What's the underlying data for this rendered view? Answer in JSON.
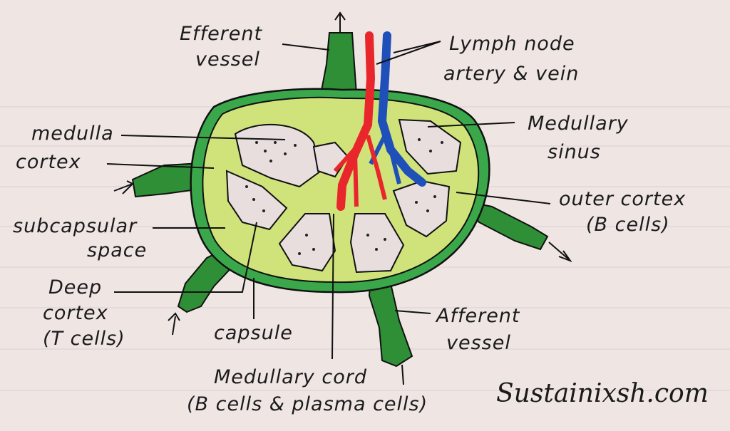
{
  "labels": {
    "efferent_1": "Efferent",
    "efferent_2": "vessel",
    "artery_1": "Lymph node",
    "artery_2": "artery & vein",
    "medulla": "medulla",
    "cortex": "cortex",
    "medullary_sinus_1": "Medullary",
    "medullary_sinus_2": "sinus",
    "outer_cortex_1": "outer cortex",
    "outer_cortex_2": "(B cells)",
    "subcapsular_1": "subcapsular",
    "subcapsular_2": "space",
    "deep_cortex_1": "Deep",
    "deep_cortex_2": "cortex",
    "deep_cortex_3": "(T cells)",
    "capsule": "capsule",
    "afferent_1": "Afferent",
    "afferent_2": "vessel",
    "medullary_cord_1": "Medullary cord",
    "medullary_cord_2": "(B cells & plasma cells)"
  },
  "watermark": "Sustainixsh.com",
  "colors": {
    "paper": "#efe6e4",
    "capsule_green": "#3aa84a",
    "cortex_yellow": "#cfe37a",
    "vessel_green": "#2f8f36",
    "artery_red": "#e8262b",
    "vein_blue": "#1f4fb8",
    "sinus_fill": "#e8dede"
  }
}
